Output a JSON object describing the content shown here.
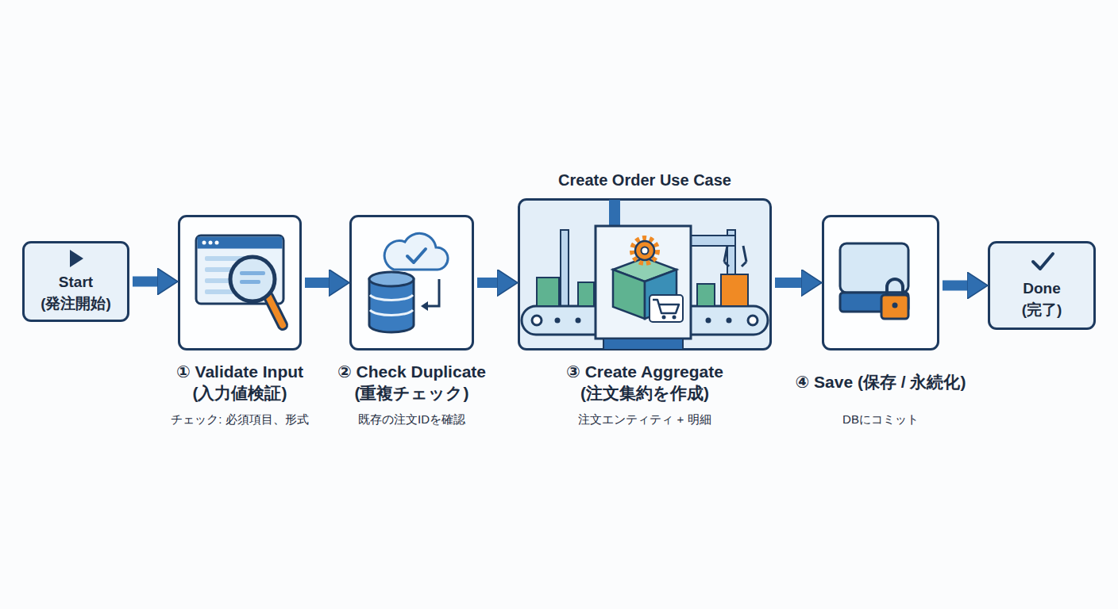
{
  "diagram": {
    "nodes": [
      {
        "text": [
          "Start (発注開始)"
        ]
      },
      {
        "text": [
          "① Validate Input (入力値検証)",
          "チェック: 必須項目、形式"
        ]
      },
      {
        "text": [
          "② Check Duplicate (重複チェック)",
          "既存の注文IDを確認"
        ]
      },
      {
        "text": [
          "Create Order Use Case",
          "③ Create Aggregate (注文集約を作成)",
          "注文エンティティ + 明細"
        ]
      },
      {
        "text": [
          "④ Save (保存 / 永続化)",
          "DBにコミット"
        ]
      },
      {
        "text": [
          "Done (完了)"
        ]
      }
    ],
    "edges": [
      {
        "from": 0,
        "to": 1,
        "arrow": "to"
      },
      {
        "from": 1,
        "to": 2,
        "arrow": "to"
      },
      {
        "from": 2,
        "to": 3,
        "arrow": "to"
      },
      {
        "from": 3,
        "to": 4,
        "arrow": "to"
      },
      {
        "from": 4,
        "to": 5,
        "arrow": "to"
      }
    ]
  }
}
